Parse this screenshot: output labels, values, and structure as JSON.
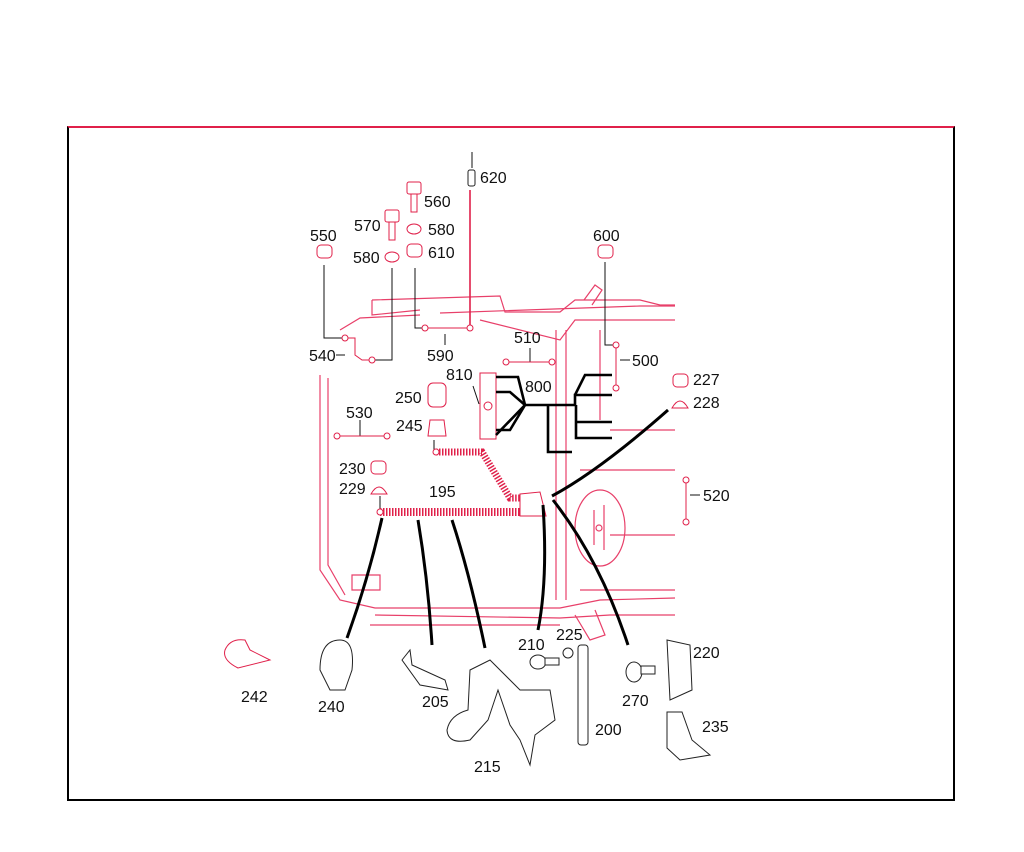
{
  "diagram": {
    "title": "",
    "frame_color_top": "#e0204a",
    "frame_color_sides": "#000000",
    "accent_color": "#e0204a",
    "callouts": [
      {
        "id": "620",
        "label": "620",
        "part": "pin"
      },
      {
        "id": "560",
        "label": "560",
        "part": "bolt"
      },
      {
        "id": "570",
        "label": "570",
        "part": "bolt"
      },
      {
        "id": "580a",
        "label": "580",
        "part": "washer"
      },
      {
        "id": "580b",
        "label": "580",
        "part": "washer"
      },
      {
        "id": "610",
        "label": "610",
        "part": "nut"
      },
      {
        "id": "550",
        "label": "550",
        "part": "nut"
      },
      {
        "id": "600",
        "label": "600",
        "part": "nut"
      },
      {
        "id": "540",
        "label": "540",
        "part": "linkage-rod"
      },
      {
        "id": "590",
        "label": "590",
        "part": "linkage-rod"
      },
      {
        "id": "510",
        "label": "510",
        "part": "linkage-rod"
      },
      {
        "id": "500",
        "label": "500",
        "part": "linkage-rod"
      },
      {
        "id": "810",
        "label": "810",
        "part": "connector-block"
      },
      {
        "id": "800",
        "label": "800",
        "part": "wiring-harness"
      },
      {
        "id": "250",
        "label": "250",
        "part": "cap"
      },
      {
        "id": "245",
        "label": "245",
        "part": "grommet"
      },
      {
        "id": "530",
        "label": "530",
        "part": "linkage-rod"
      },
      {
        "id": "227",
        "label": "227",
        "part": "nut"
      },
      {
        "id": "228",
        "label": "228",
        "part": "washer"
      },
      {
        "id": "230",
        "label": "230",
        "part": "nut"
      },
      {
        "id": "229",
        "label": "229",
        "part": "washer"
      },
      {
        "id": "195",
        "label": "195",
        "part": "corrugated-hose"
      },
      {
        "id": "520",
        "label": "520",
        "part": "linkage-rod"
      },
      {
        "id": "242",
        "label": "242",
        "part": "p-clip"
      },
      {
        "id": "240",
        "label": "240",
        "part": "clip"
      },
      {
        "id": "205",
        "label": "205",
        "part": "bracket"
      },
      {
        "id": "215",
        "label": "215",
        "part": "bracket"
      },
      {
        "id": "210",
        "label": "210",
        "part": "screw"
      },
      {
        "id": "225",
        "label": "225",
        "part": "washer"
      },
      {
        "id": "200",
        "label": "200",
        "part": "strap"
      },
      {
        "id": "270",
        "label": "270",
        "part": "bolt"
      },
      {
        "id": "220",
        "label": "220",
        "part": "bracket"
      },
      {
        "id": "235",
        "label": "235",
        "part": "bracket"
      }
    ]
  },
  "labels": {
    "l620": "620",
    "l560": "560",
    "l570": "570",
    "l580a": "580",
    "l580b": "580",
    "l610": "610",
    "l550": "550",
    "l600": "600",
    "l540": "540",
    "l590": "590",
    "l510": "510",
    "l500": "500",
    "l810": "810",
    "l800": "800",
    "l250": "250",
    "l245": "245",
    "l530": "530",
    "l227": "227",
    "l228": "228",
    "l230": "230",
    "l229": "229",
    "l195": "195",
    "l520": "520",
    "l242": "242",
    "l240": "240",
    "l205": "205",
    "l215": "215",
    "l210": "210",
    "l225": "225",
    "l200": "200",
    "l270": "270",
    "l220": "220",
    "l235": "235"
  }
}
